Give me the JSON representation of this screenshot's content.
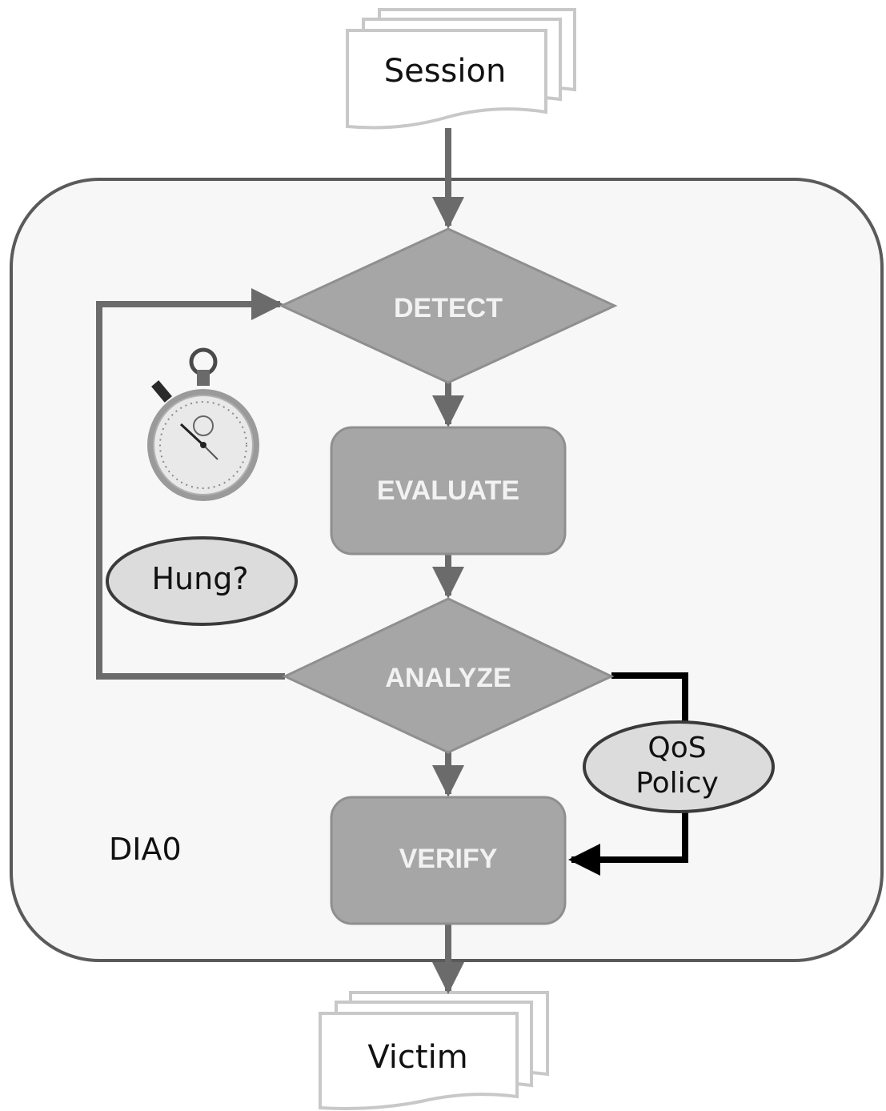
{
  "diagram": {
    "container_label": "DIA0",
    "input_doc": "Session",
    "output_doc": "Victim",
    "steps": {
      "detect": "DETECT",
      "evaluate": "EVALUATE",
      "analyze": "ANALYZE",
      "verify": "VERIFY"
    },
    "annotations": {
      "hung": "Hung?",
      "qos_line1": "QoS",
      "qos_line2": "Policy"
    },
    "icons": [
      "stopwatch-icon"
    ],
    "colors": {
      "step_fill": "#a6a6a6",
      "step_stroke": "#8f8f8f",
      "flow_arrow": "#6b6b6b",
      "policy_arrow": "#000000",
      "container_fill": "#f7f7f7",
      "container_stroke": "#5a5a5a",
      "oval_fill": "#dcdcdc"
    }
  }
}
